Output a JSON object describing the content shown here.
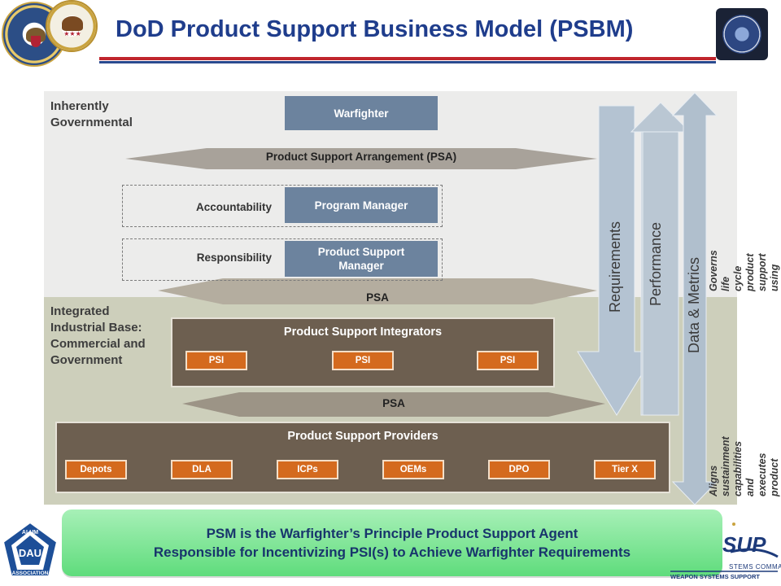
{
  "header": {
    "title": "DoD Product Support Business Model (PSBM)",
    "left_logos": [
      "dod-seal-icon",
      "secretary-of-defense-seal-icon"
    ],
    "right_logo": "product-support-seal-icon",
    "colors": {
      "title": "#1f3d8c",
      "rule_red": "#c0252d",
      "rule_blue": "#2a4a8f"
    }
  },
  "diagram": {
    "zones": {
      "governmental": "Inherently\nGovernmental",
      "industrial": "Integrated\nIndustrial Base:\nCommercial and\nGovernment"
    },
    "warfighter": "Warfighter",
    "psa_full": "Product Support Arrangement (PSA)",
    "rows": [
      {
        "label": "Accountability",
        "box": "Program Manager"
      },
      {
        "label": "Responsibility",
        "box": "Product Support\nManager"
      }
    ],
    "psa_upper": "PSA",
    "psa_lower": "PSA",
    "integrators": {
      "title": "Product Support Integrators",
      "items": [
        "PSI",
        "PSI",
        "PSI"
      ]
    },
    "providers": {
      "title": "Product Support Providers",
      "items": [
        "Depots",
        "DLA",
        "ICPs",
        "OEMs",
        "DPO",
        "Tier X"
      ]
    },
    "flows": {
      "requirements": "Requirements",
      "performance": "Performance",
      "data_metrics": "Data & Metrics"
    },
    "notes": {
      "governs": "Governs life cycle product support\nusing data-driven analysis",
      "aligns": "Aligns sustainment capabilities\nand executes product support"
    },
    "colors": {
      "blue_box": "#6c839e",
      "brown_panel": "#6d5f50",
      "orange_box": "#d46a1e",
      "arrow_fill": "#b4c3d2"
    }
  },
  "footer": {
    "callout_line1": "PSM is the Warfighter’s Principle Product Support Agent",
    "callout_line2": "Responsible for Incentivizing PSI(s) to Achieve Warfighter Requirements",
    "dau_alumni": {
      "top": "ALUM",
      "middle": "DAU",
      "bottom": "ASSOCIATION"
    },
    "navsup": {
      "word": "SUP",
      "command": "STEMS COMMAND",
      "sub": "WEAPON SYSTEMS SUPPORT"
    }
  }
}
